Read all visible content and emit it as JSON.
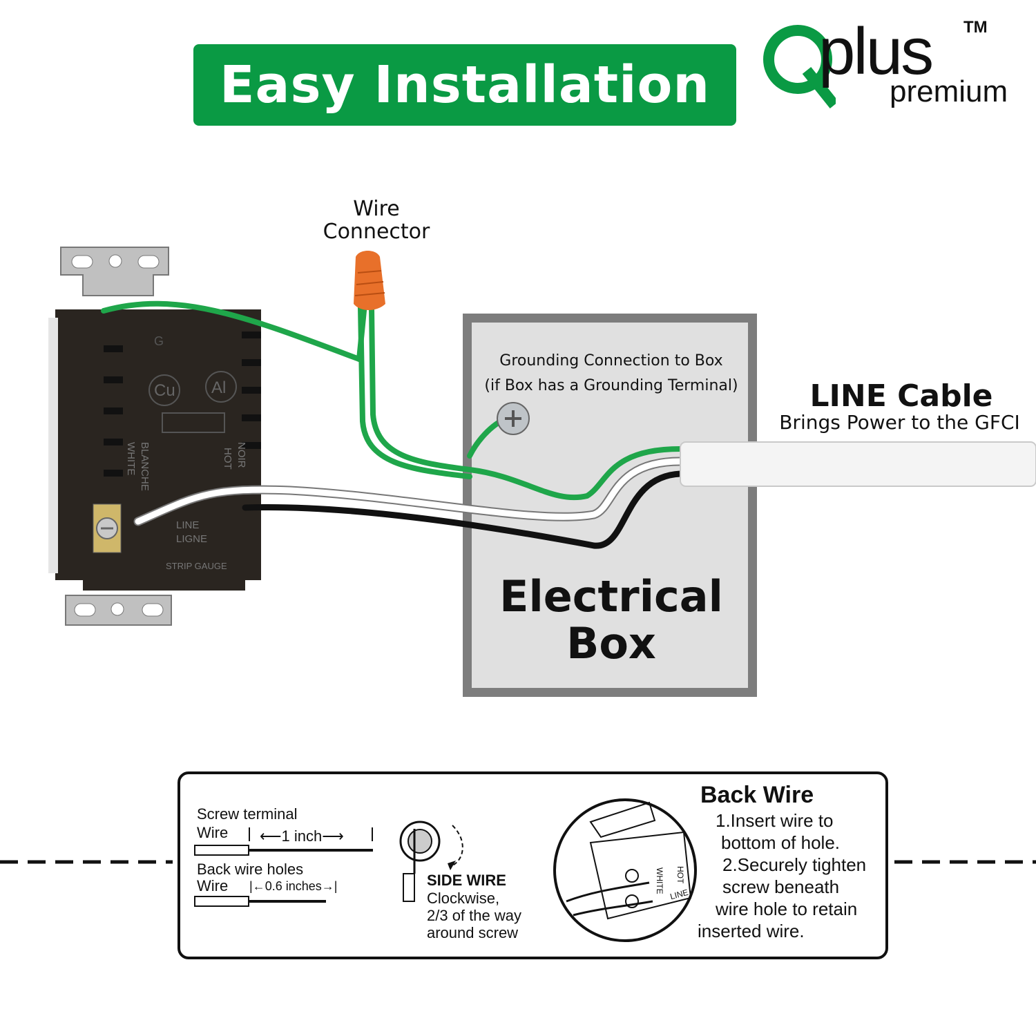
{
  "header": {
    "banner_title": "Easy Installation"
  },
  "brand": {
    "logo_q": "Q",
    "logo_plus": "plus",
    "logo_tm": "TM",
    "logo_premium": "premium",
    "brand_color": "#0a9a44"
  },
  "diagram": {
    "wire_connector_label": "Wire\nConnector",
    "grounding_label": "Grounding Connection to Box\n(if Box has a Grounding Terminal)",
    "line_cable_title": "LINE Cable",
    "line_cable_subtitle": "Brings Power to the GFCI",
    "electrical_box_label": "Electrical\nBox",
    "outlet_markings": {
      "g": "G",
      "cu": "Cu",
      "al": "Al",
      "white": "WHITE",
      "blanche": "BLANCHE",
      "hot": "HOT",
      "noir": "NOIR",
      "line": "LINE",
      "ligne": "LIGNE",
      "strip_gauge": "STRIP GAUGE"
    },
    "wire_colors": {
      "ground": "#1fa64a",
      "neutral": "#ffffff",
      "hot": "#111111",
      "connector": "#e8702a"
    }
  },
  "instructions": {
    "screw_terminal_label": "Screw terminal",
    "wire_label": "Wire",
    "one_inch": "1 inch",
    "back_wire_holes_label": "Back wire holes",
    "point_six_inches": "0.6 inches",
    "side_wire_title": "SIDE WIRE",
    "side_wire_text": "Clockwise,\n2/3 of the way\naround screw",
    "back_wire_title": "Back Wire",
    "back_wire_steps": [
      "1.Insert wire to",
      "bottom of hole.",
      "2.Securely tighten",
      "screw beneath",
      "wire hole to retain",
      "inserted wire."
    ],
    "inset_white": "WHITE",
    "inset_hot": "HOT",
    "inset_line": "LINE"
  }
}
